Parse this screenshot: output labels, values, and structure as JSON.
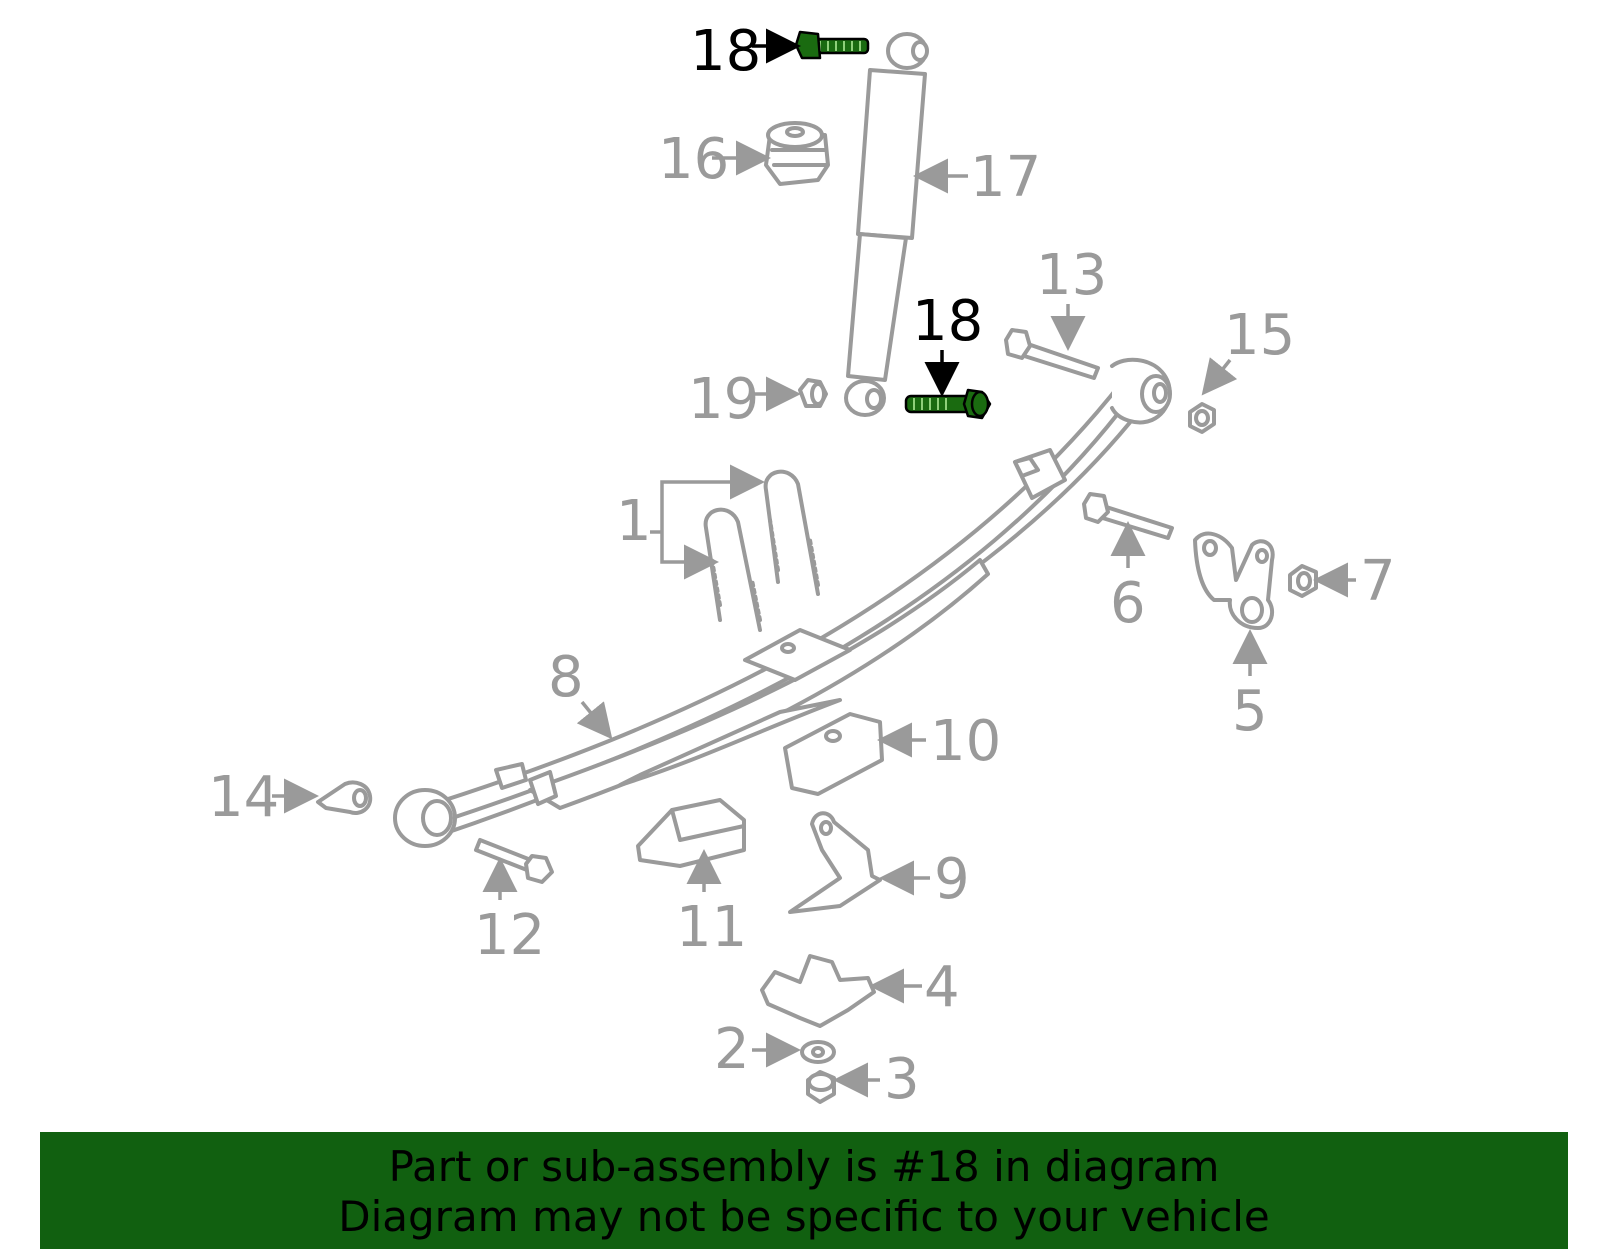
{
  "highlight_color": "#1a6b10",
  "banner_color": "#116010",
  "callouts": {
    "c1": "1",
    "c2": "2",
    "c3": "3",
    "c4": "4",
    "c5": "5",
    "c6": "6",
    "c7": "7",
    "c8": "8",
    "c9": "9",
    "c10": "10",
    "c11": "11",
    "c12": "12",
    "c13": "13",
    "c14": "14",
    "c15": "15",
    "c16": "16",
    "c17": "17",
    "c18a": "18",
    "c18b": "18",
    "c19": "19"
  },
  "banner": {
    "line1": "Part or sub-assembly is #18 in diagram",
    "line2": "Diagram may not be specific to your vehicle"
  }
}
